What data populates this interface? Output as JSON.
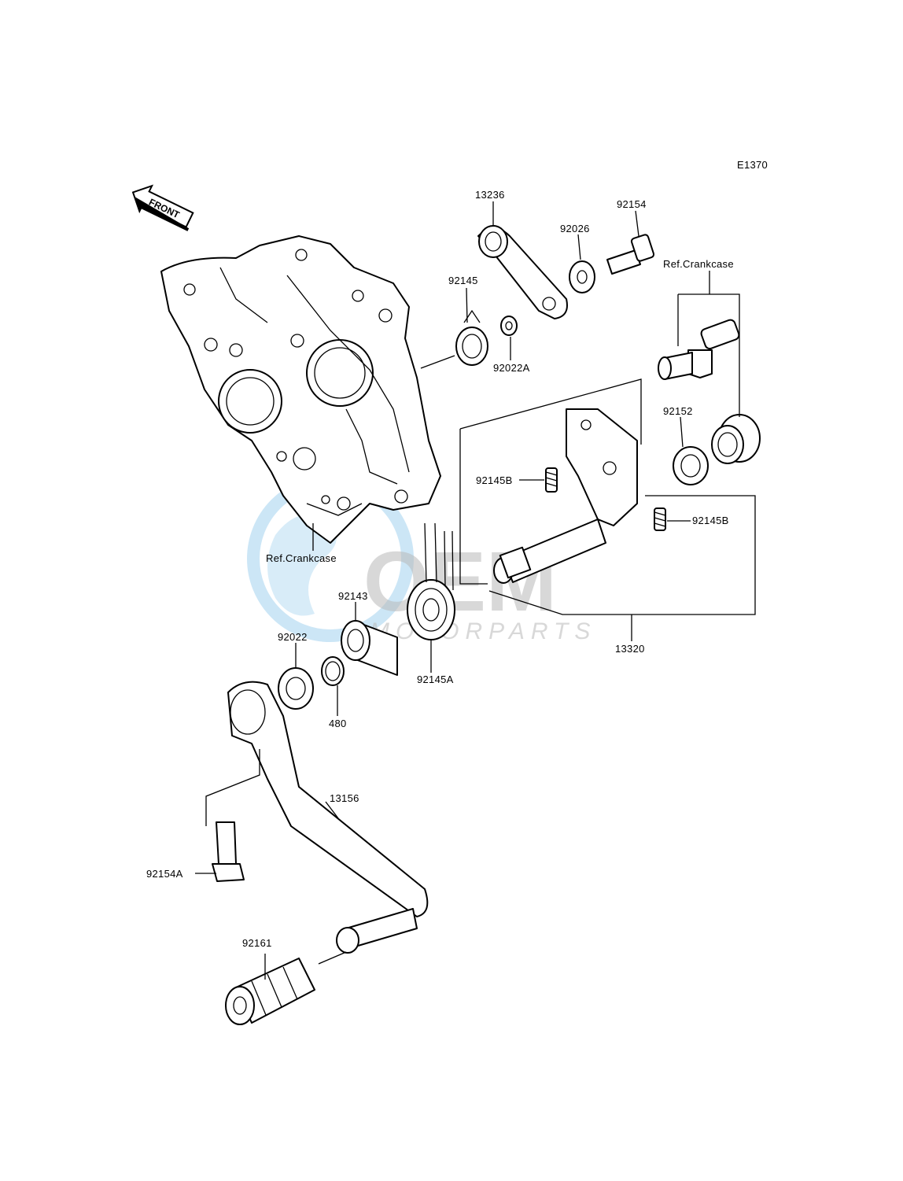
{
  "diagram_code": "E1370",
  "front_marker": "FRONT",
  "watermark": {
    "brand": "OEM",
    "sub": "MOTORPARTS"
  },
  "parts": [
    {
      "id": "13236",
      "label": "13236"
    },
    {
      "id": "92154",
      "label": "92154"
    },
    {
      "id": "92026",
      "label": "92026"
    },
    {
      "id": "92145",
      "label": "92145"
    },
    {
      "id": "92022A",
      "label": "92022A"
    },
    {
      "id": "ref-crankcase-top",
      "label": "Ref.Crankcase"
    },
    {
      "id": "92152",
      "label": "92152"
    },
    {
      "id": "92145B-left",
      "label": "92145B"
    },
    {
      "id": "92145B-right",
      "label": "92145B"
    },
    {
      "id": "ref-crankcase-left",
      "label": "Ref.Crankcase"
    },
    {
      "id": "92143",
      "label": "92143"
    },
    {
      "id": "92022",
      "label": "92022"
    },
    {
      "id": "92145A",
      "label": "92145A"
    },
    {
      "id": "13320",
      "label": "13320"
    },
    {
      "id": "480",
      "label": "480"
    },
    {
      "id": "13156",
      "label": "13156"
    },
    {
      "id": "92154A",
      "label": "92154A"
    },
    {
      "id": "92161",
      "label": "92161"
    }
  ]
}
